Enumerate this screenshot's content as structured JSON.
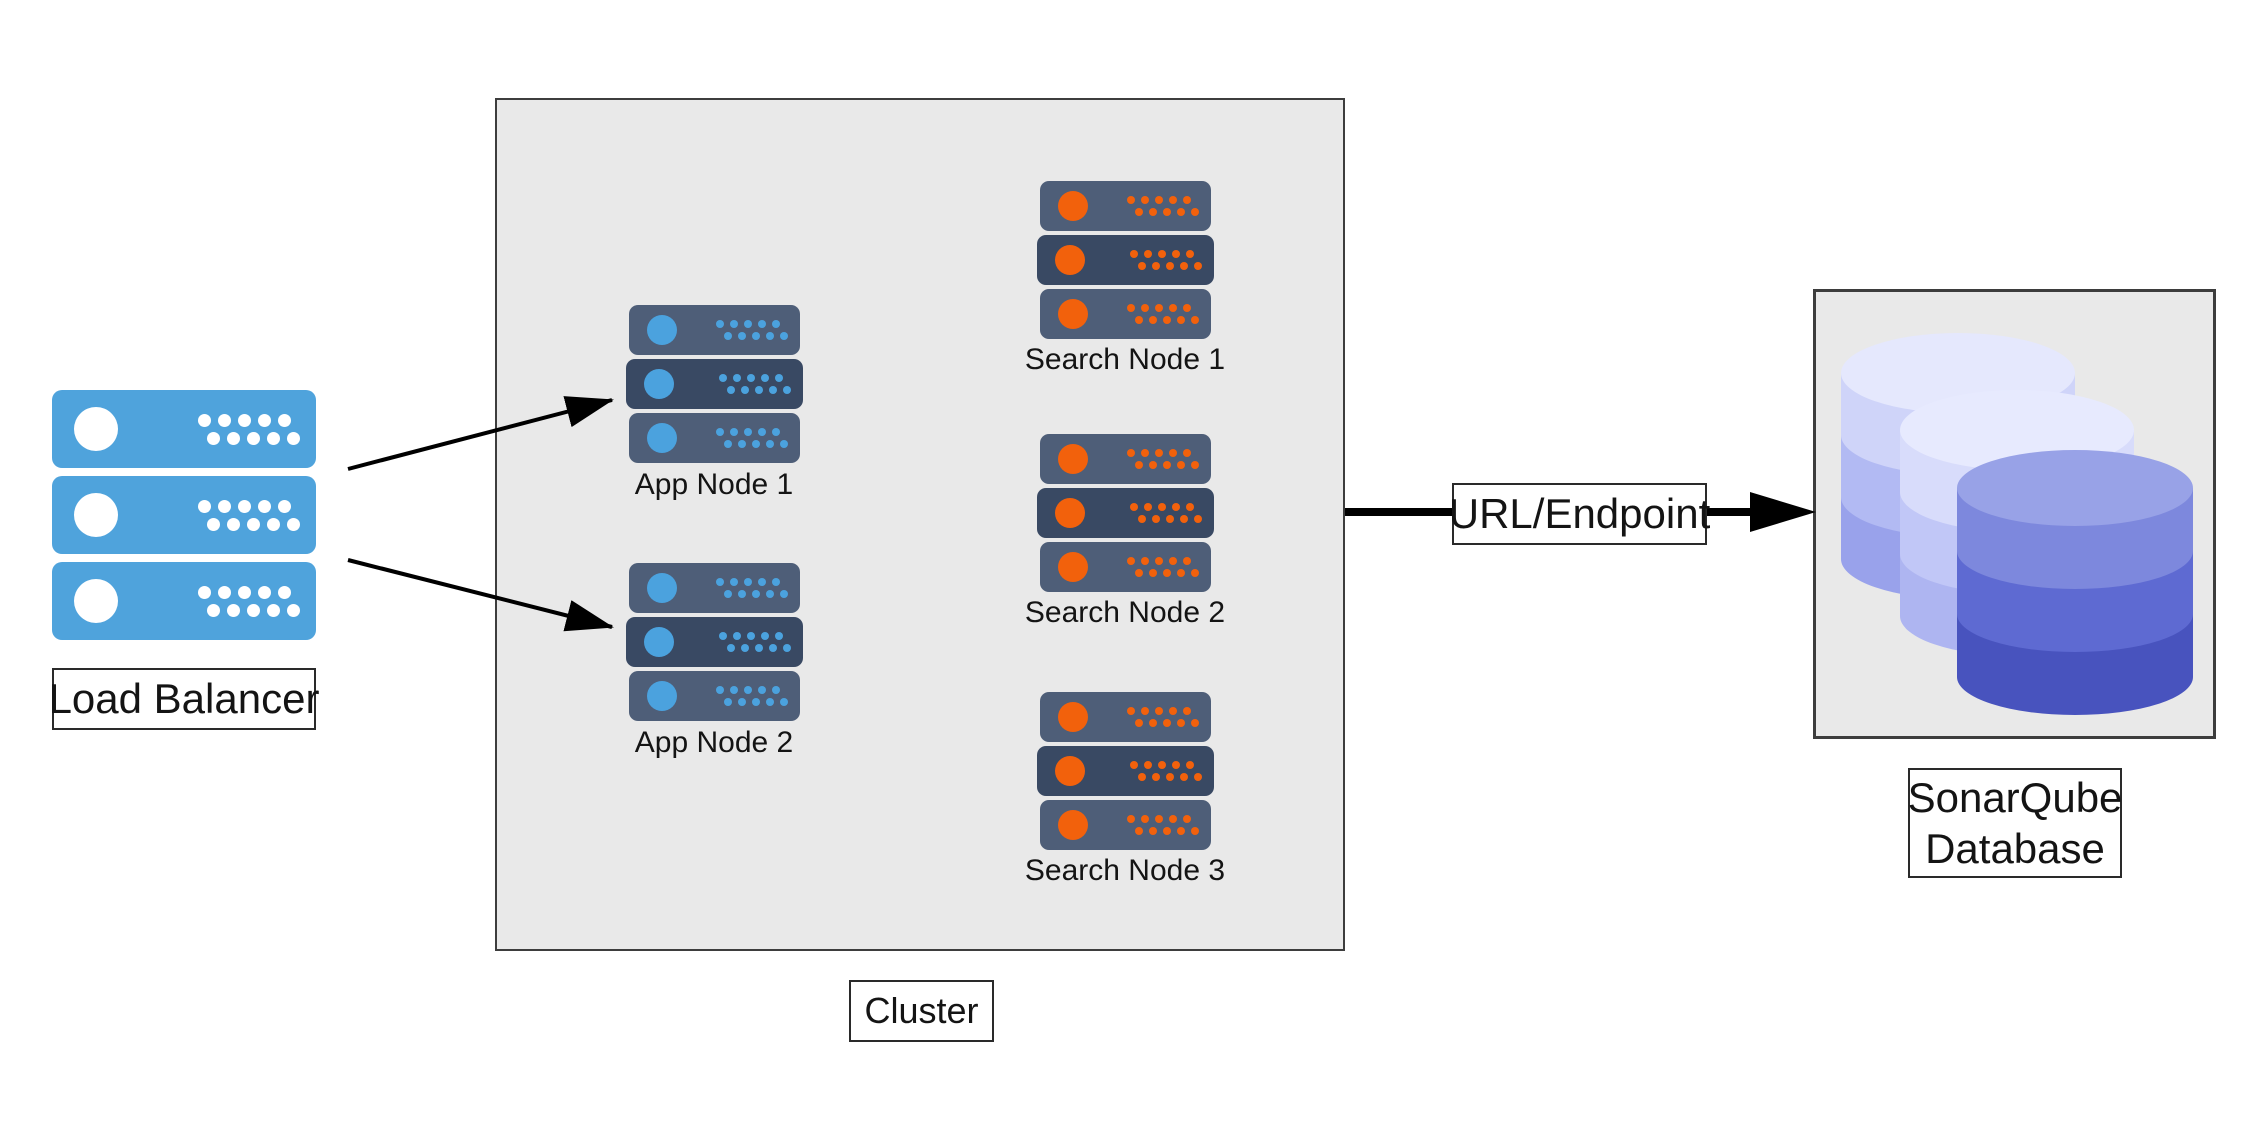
{
  "load_balancer": {
    "label": "Load Balancer"
  },
  "cluster": {
    "label": "Cluster",
    "app_nodes": [
      {
        "label": "App Node 1"
      },
      {
        "label": "App Node 2"
      }
    ],
    "search_nodes": [
      {
        "label": "Search Node 1"
      },
      {
        "label": "Search Node 2"
      },
      {
        "label": "Search Node 3"
      }
    ]
  },
  "connection": {
    "label": "URL/Endpoint"
  },
  "database": {
    "label_line1": "SonarQube",
    "label_line2": "Database"
  },
  "colors": {
    "ink": "#141414",
    "arrow": "#000000",
    "lb_blue": "#4FA3DC",
    "node_bar": "#4E5E78",
    "node_bar_dark": "#394963",
    "led_blue": "#4BA2DE",
    "led_orange": "#F2610C",
    "panel_bg": "#E9E9E9",
    "panel_border": "#3D3D3D",
    "label_border": "#2A2A2A",
    "db_b0": "#E5E8FD",
    "db_b1": "#CFD4F9",
    "db_b2": "#B2BAF3",
    "db_b3": "#99A2EB",
    "db_m0": "#E7EAFE",
    "db_m1": "#D8DCFB",
    "db_m2": "#C1C7F7",
    "db_m3": "#AEB5F1",
    "db_f0": "#98A2E7",
    "db_f1": "#7D88DD",
    "db_f2": "#5E6AD2",
    "db_f3": "#4853BE"
  }
}
